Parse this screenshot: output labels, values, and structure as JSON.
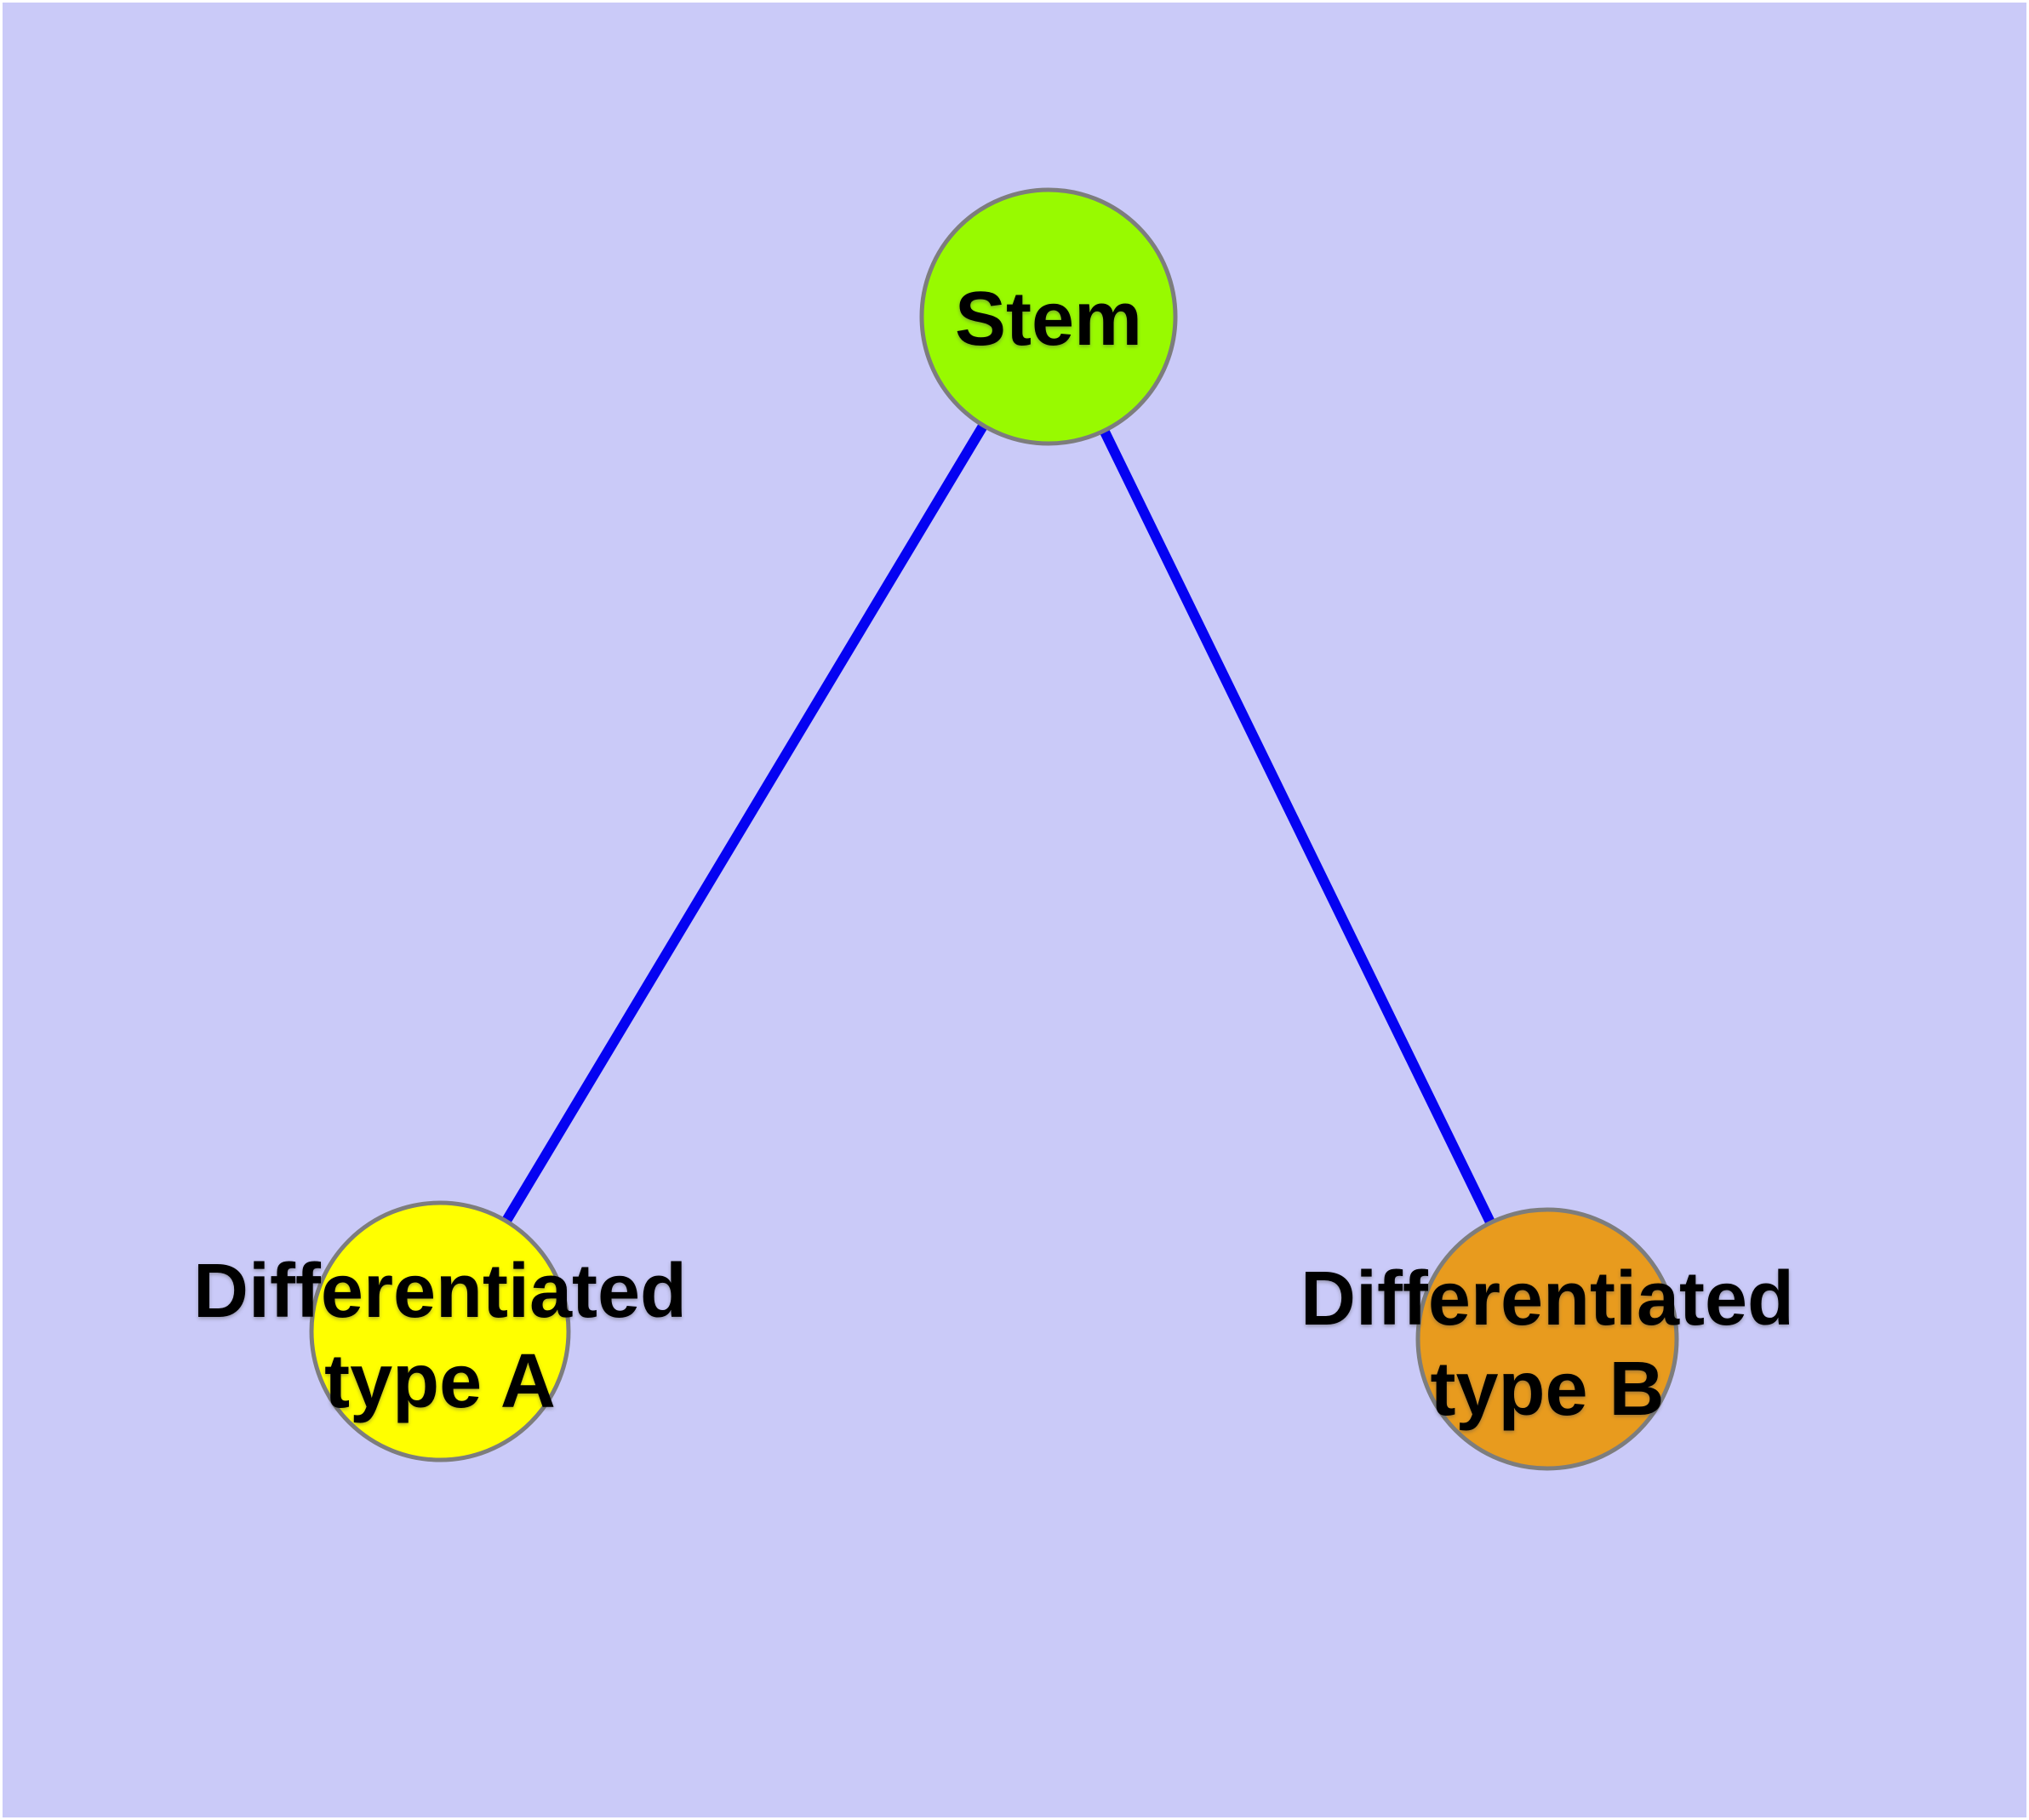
{
  "diagram": {
    "kind": "node-link-graph",
    "node_count": 3,
    "edge_count": 2
  },
  "colors": {
    "background": "#CACAF8",
    "frame": "#FFFFFF",
    "edge": "#0502F2",
    "node_border": "#7D7D7D",
    "stem_fill": "#98FA00",
    "type_a_fill": "#FFFF00",
    "type_b_fill": "#E89B1E",
    "label_text": "#000000"
  },
  "nodes": {
    "stem": {
      "label": "Stem"
    },
    "type_a": {
      "label_line1": "Differentiated",
      "label_line2": "type A"
    },
    "type_b": {
      "label_line1": "Differentiated",
      "label_line2": "type B"
    }
  },
  "edges": [
    {
      "from": "Stem",
      "to": "Differentiated type A"
    },
    {
      "from": "Stem",
      "to": "Differentiated type B"
    }
  ]
}
